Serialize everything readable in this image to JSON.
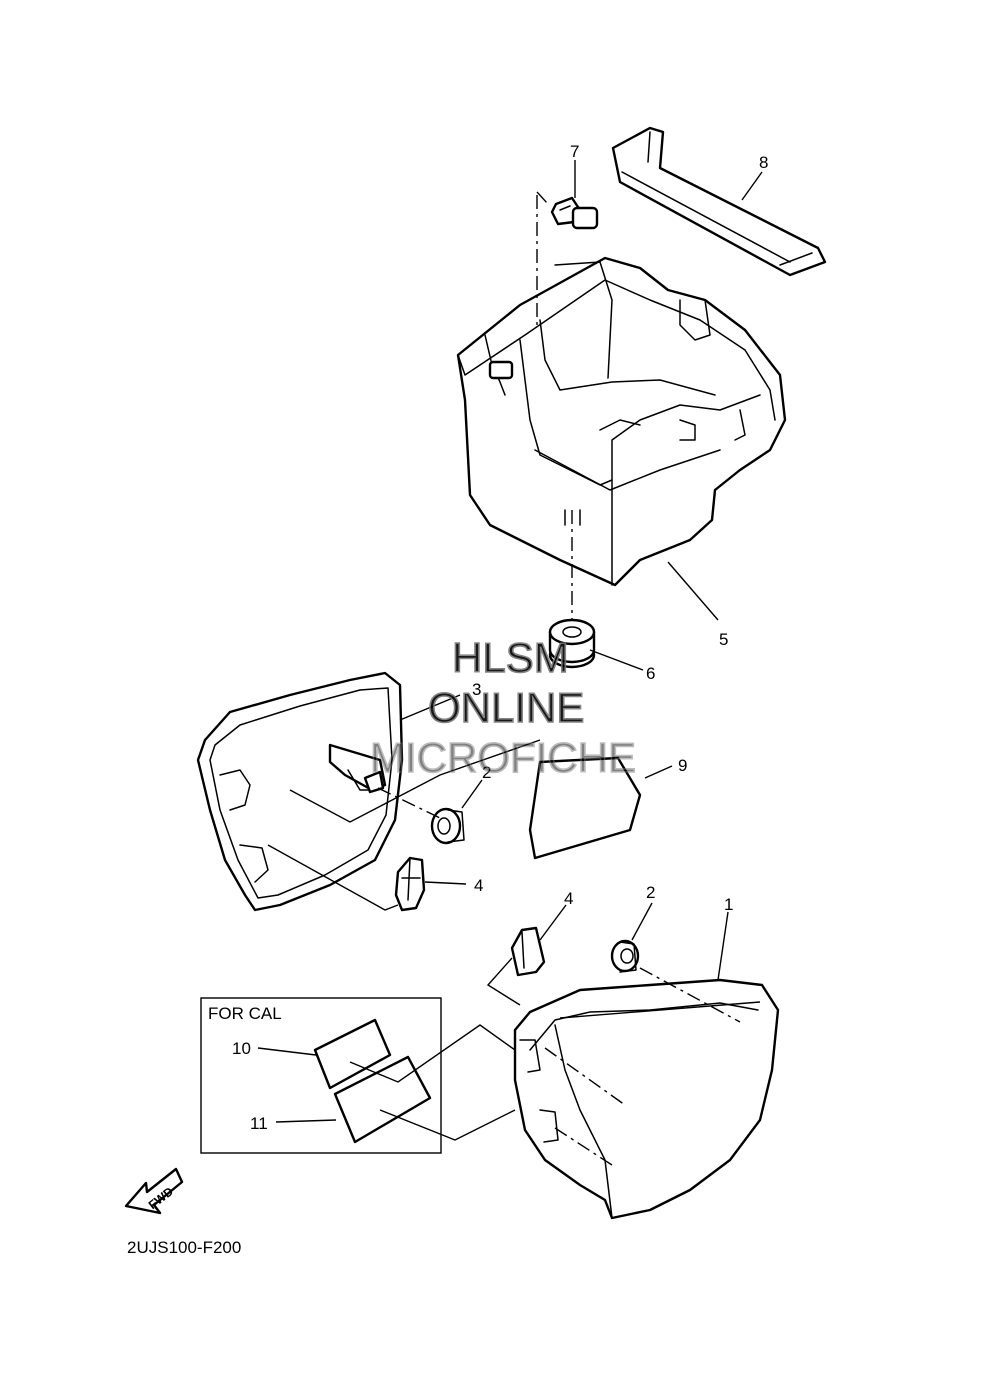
{
  "callouts": {
    "p1": "1",
    "p2a": "2",
    "p2b": "2",
    "p3": "3",
    "p4a": "4",
    "p4b": "4",
    "p5": "5",
    "p6": "6",
    "p7": "7",
    "p8": "8",
    "p9": "9",
    "p10": "10",
    "p11": "11"
  },
  "region_box": {
    "label": "FOR CAL"
  },
  "fwd_arrow": {
    "label": "FWD"
  },
  "figure_code": "2UJS100-F200",
  "watermark": {
    "line1": "HLSM",
    "line2": "ONLINE",
    "line3": "MICROFICHE"
  },
  "icons": {
    "direction": "fwd-arrow-icon"
  }
}
